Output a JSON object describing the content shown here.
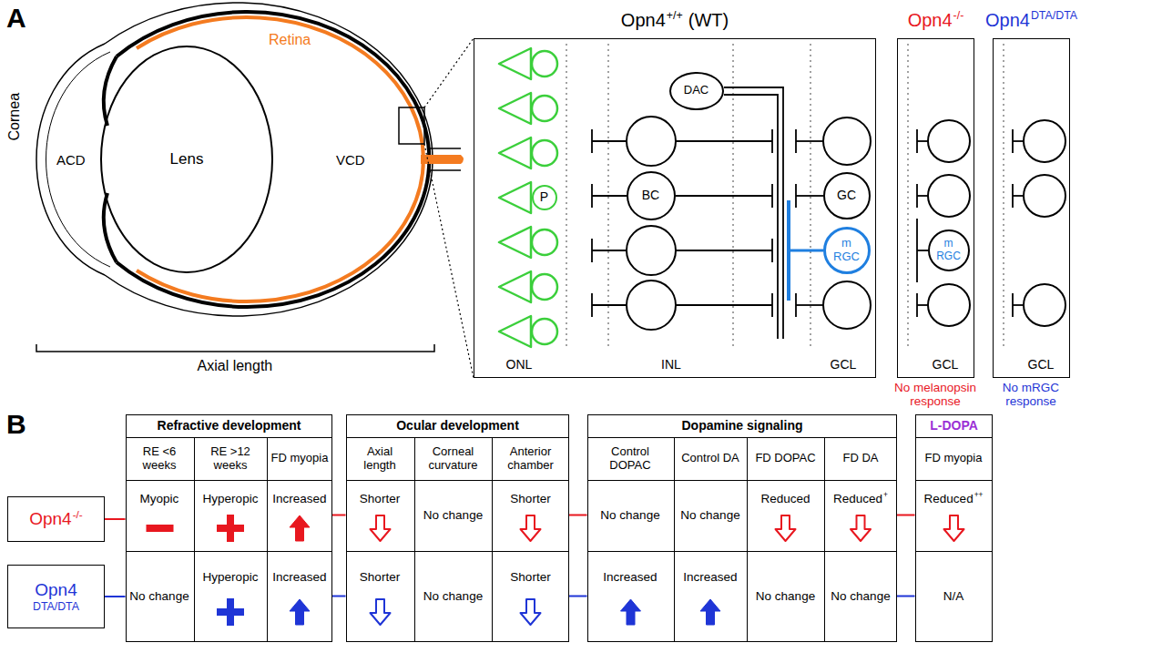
{
  "diagram": {
    "nodes": [
      {
        "text": [
          "Lens"
        ]
      },
      {
        "text": [
          "Opn4",
          "+/+",
          "(WT)"
        ]
      },
      {
        "text": [
          "P"
        ],
        "in": 1
      },
      {
        "text": [
          "DAC"
        ],
        "in": 1
      },
      {
        "text": [
          "BC"
        ],
        "in": 1
      },
      {
        "text": [
          "GC"
        ],
        "in": 1
      },
      {
        "text": [
          "m RGC"
        ],
        "in": 1
      },
      {
        "text": [
          "Opn4",
          "-/-"
        ]
      },
      {
        "text": [
          "m RGC"
        ],
        "in": 7
      },
      {
        "text": [
          "Opn4",
          "DTA/DTA"
        ]
      },
      {
        "text": [
          "Opn4",
          "-/-"
        ]
      },
      {
        "text": [
          "Opn4",
          "DTA/DTA"
        ]
      },
      {
        "text": [
          "Refractive development"
        ]
      },
      {
        "text": [
          "RE <6 weeks"
        ],
        "in": 12
      },
      {
        "text": [
          "RE >12 weeks"
        ],
        "in": 12
      },
      {
        "text": [
          "FD myopia"
        ],
        "in": 12
      },
      {
        "text": [
          "Myopic"
        ],
        "in": 12
      },
      {
        "text": [
          "Hyperopic"
        ],
        "in": 12
      },
      {
        "text": [
          "Increased"
        ],
        "in": 12
      },
      {
        "text": [
          "No change"
        ],
        "in": 12
      },
      {
        "text": [
          "Hyperopic"
        ],
        "in": 12
      },
      {
        "text": [
          "Increased"
        ],
        "in": 12
      },
      {
        "text": [
          "Ocular development"
        ]
      },
      {
        "text": [
          "Axial length"
        ],
        "in": 22
      },
      {
        "text": [
          "Corneal curvature"
        ],
        "in": 22
      },
      {
        "text": [
          "Anterior chamber"
        ],
        "in": 22
      },
      {
        "text": [
          "Shorter"
        ],
        "in": 22
      },
      {
        "text": [
          "No change"
        ],
        "in": 22
      },
      {
        "text": [
          "Shorter"
        ],
        "in": 22
      },
      {
        "text": [
          "Shorter"
        ],
        "in": 22
      },
      {
        "text": [
          "No change"
        ],
        "in": 22
      },
      {
        "text": [
          "Shorter"
        ],
        "in": 22
      },
      {
        "text": [
          "Dopamine signaling"
        ]
      },
      {
        "text": [
          "Control DOPAC"
        ],
        "in": 32
      },
      {
        "text": [
          "Control DA"
        ],
        "in": 32
      },
      {
        "text": [
          "FD DOPAC"
        ],
        "in": 32
      },
      {
        "text": [
          "FD DA"
        ],
        "in": 32
      },
      {
        "text": [
          "No change"
        ],
        "in": 32
      },
      {
        "text": [
          "No change"
        ],
        "in": 32
      },
      {
        "text": [
          "Reduced"
        ],
        "in": 32
      },
      {
        "text": [
          "Reduced",
          "+"
        ],
        "in": 32
      },
      {
        "text": [
          "Increased"
        ],
        "in": 32
      },
      {
        "text": [
          "Increased"
        ],
        "in": 32
      },
      {
        "text": [
          "No change"
        ],
        "in": 32
      },
      {
        "text": [
          "No change"
        ],
        "in": 32
      },
      {
        "text": [
          "L-DOPA"
        ]
      },
      {
        "text": [
          "FD myopia"
        ],
        "in": 45
      },
      {
        "text": [
          "Reduced",
          "++"
        ],
        "in": 45
      },
      {
        "text": [
          "N/A"
        ],
        "in": 45
      }
    ],
    "edges": [
      {
        "from": 10,
        "to": 16,
        "arrow": "none"
      },
      {
        "from": 18,
        "to": 26,
        "arrow": "none"
      },
      {
        "from": 28,
        "to": 37,
        "arrow": "none"
      },
      {
        "from": 40,
        "to": 47,
        "arrow": "none"
      },
      {
        "from": 11,
        "to": 19,
        "arrow": "none"
      },
      {
        "from": 21,
        "to": 29,
        "arrow": "none"
      },
      {
        "from": 31,
        "to": 41,
        "arrow": "none"
      },
      {
        "from": 44,
        "to": 48,
        "arrow": "none"
      }
    ],
    "labels": [
      "A",
      "Cornea",
      "ACD",
      "VCD",
      "Retina",
      "Axial length",
      "ONL",
      "INL",
      "GCL",
      "GCL",
      "GCL",
      "No melanopsin response",
      "No mRGC response",
      "B"
    ]
  }
}
